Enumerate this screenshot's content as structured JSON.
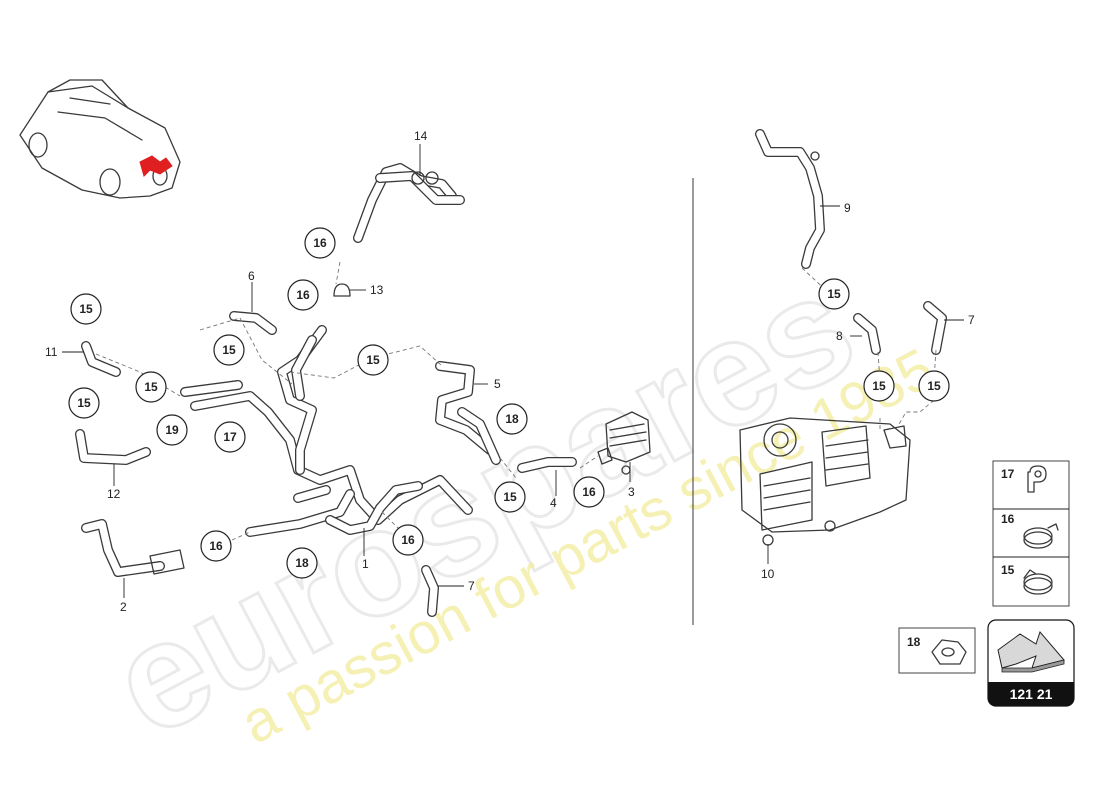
{
  "watermark": {
    "brand": "eurospares",
    "tagline": "a passion for parts since 1985"
  },
  "callouts": [
    {
      "id": "c16a",
      "label": "16"
    },
    {
      "id": "c16b",
      "label": "16"
    },
    {
      "id": "c15a",
      "label": "15"
    },
    {
      "id": "c15b",
      "label": "15"
    },
    {
      "id": "c15c",
      "label": "15"
    },
    {
      "id": "c15d",
      "label": "15"
    },
    {
      "id": "c15e",
      "label": "15"
    },
    {
      "id": "c19",
      "label": "19"
    },
    {
      "id": "c17",
      "label": "17"
    },
    {
      "id": "c18a",
      "label": "18"
    },
    {
      "id": "c15f",
      "label": "15"
    },
    {
      "id": "c16c",
      "label": "16"
    },
    {
      "id": "c16d",
      "label": "16"
    },
    {
      "id": "c18b",
      "label": "18"
    },
    {
      "id": "c16e",
      "label": "16"
    },
    {
      "id": "c15g",
      "label": "15"
    },
    {
      "id": "c15h",
      "label": "15"
    },
    {
      "id": "c15i",
      "label": "15"
    }
  ],
  "part_labels": [
    {
      "id": "p14",
      "label": "14"
    },
    {
      "id": "p13",
      "label": "13"
    },
    {
      "id": "p6",
      "label": "6"
    },
    {
      "id": "p11",
      "label": "11"
    },
    {
      "id": "p12",
      "label": "12"
    },
    {
      "id": "p5",
      "label": "5"
    },
    {
      "id": "p4",
      "label": "4"
    },
    {
      "id": "p3",
      "label": "3"
    },
    {
      "id": "p1",
      "label": "1"
    },
    {
      "id": "p2",
      "label": "2"
    },
    {
      "id": "p7a",
      "label": "7"
    },
    {
      "id": "p9",
      "label": "9"
    },
    {
      "id": "p8",
      "label": "8"
    },
    {
      "id": "p7b",
      "label": "7"
    },
    {
      "id": "p10",
      "label": "10"
    }
  ],
  "legend": {
    "items": [
      {
        "label": "17",
        "icon": "clamp-17-icon"
      },
      {
        "label": "16",
        "icon": "hose-clamp-16-icon"
      },
      {
        "label": "15",
        "icon": "hose-clamp-15-icon"
      }
    ],
    "nut": {
      "label": "18",
      "icon": "flange-nut-icon"
    }
  },
  "reference": {
    "code": "121 21",
    "icon": "direction-arrow-icon"
  },
  "colors": {
    "highlight": "#e02020",
    "reference_bg": "#111111"
  }
}
